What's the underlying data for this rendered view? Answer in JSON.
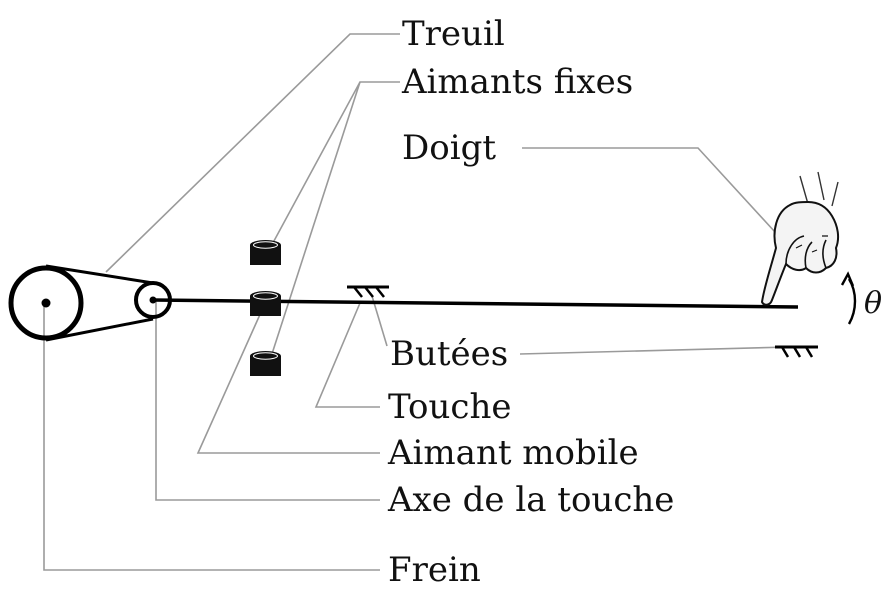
{
  "labels": {
    "treuil": "Treuil",
    "aimants_fixes": "Aimants fixes",
    "doigt": "Doigt",
    "butees": "Butées",
    "touche": "Touche",
    "aimant_mobile": "Aimant mobile",
    "axe_touche": "Axe de la touche",
    "frein": "Frein"
  },
  "angle_symbol": "θ",
  "colors": {
    "ink": "#000000",
    "leader": "#9a9a9a",
    "magnet": "#111111"
  }
}
